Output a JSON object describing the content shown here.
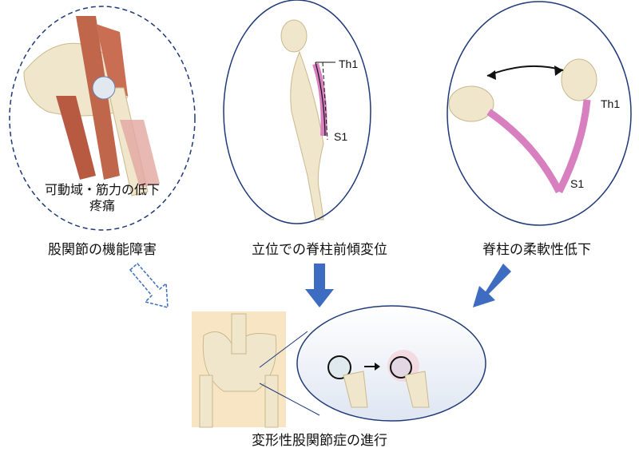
{
  "panels": [
    {
      "caption": "股関節の機能障害",
      "inner_lines": [
        "可動域・筋力の低下",
        "疼痛"
      ]
    },
    {
      "caption": "立位での脊柱前傾変位",
      "labels": [
        "Th1",
        "S1"
      ]
    },
    {
      "caption": "脊柱の柔軟性低下",
      "labels": [
        "Th1",
        "S1"
      ]
    }
  ],
  "result": {
    "caption": "変形性股関節症の進行"
  },
  "colors": {
    "ellipse": "#1f3a78",
    "arrow": "#3d6cc0",
    "bone": "#efe6cc",
    "muscle": "#c0664a",
    "spine": "#d77fbf",
    "skin": "#f8e5c4"
  }
}
